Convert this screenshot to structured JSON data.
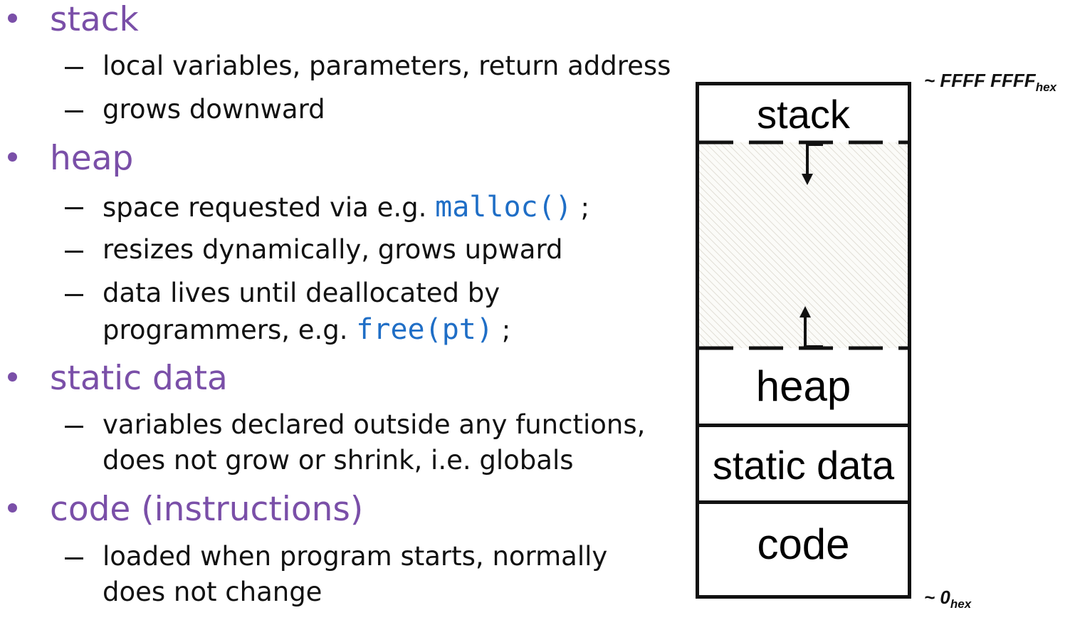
{
  "sections": [
    {
      "heading": "stack",
      "items": [
        [
          "local variables, parameters, return address"
        ],
        [
          "grows downward"
        ]
      ]
    },
    {
      "heading": "heap",
      "items": [
        {
          "text": "space requested via e.g. ",
          "code": "malloc()",
          "after": " ;"
        },
        [
          "resizes dynamically, grows upward"
        ],
        {
          "line1": "data lives until deallocated by",
          "line2_text": "programmers, e.g. ",
          "code": "free(pt)",
          "after": " ;"
        }
      ]
    },
    {
      "heading": "static data",
      "items": [
        [
          "variables declared outside any functions,",
          "does not grow or shrink, i.e. globals"
        ]
      ]
    },
    {
      "heading": "code (instructions)",
      "items": [
        [
          "loaded when program starts, normally",
          "does not change"
        ]
      ]
    }
  ],
  "diagram": {
    "regions": [
      "stack",
      "heap",
      "static data",
      "code"
    ],
    "top_address": {
      "prefix": "~ FFFF FFFF",
      "sub": "hex"
    },
    "bottom_address": {
      "prefix": "~ 0",
      "sub": "hex"
    }
  },
  "colors": {
    "heading": "#7a4fa8",
    "code": "#1f6ec6",
    "text": "#111111"
  }
}
